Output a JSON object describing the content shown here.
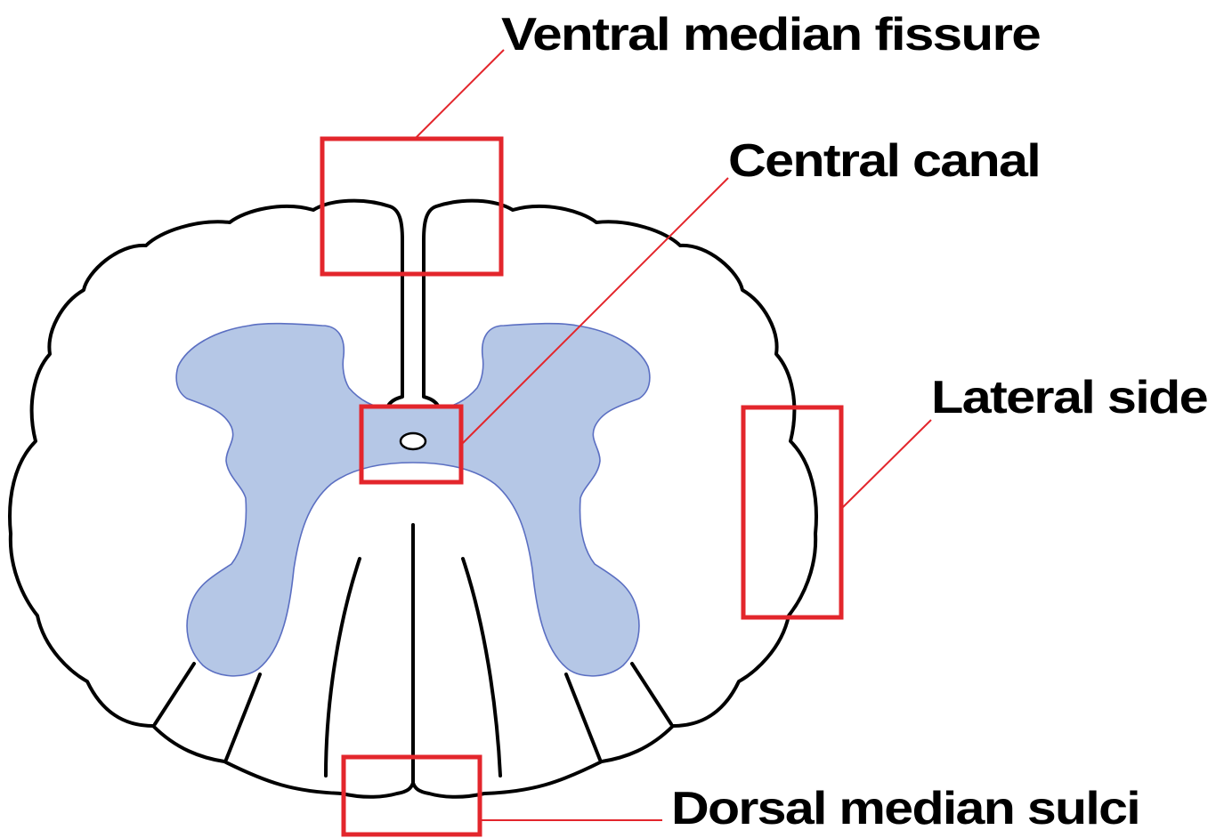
{
  "labels": {
    "ventral_median_fissure": "Ventral median fissure",
    "central_canal": "Central canal",
    "lateral_side": "Lateral side",
    "dorsal_median_sulci": "Dorsal median sulci"
  },
  "colors": {
    "gray_matter_fill": "#b5c7e6",
    "gray_matter_stroke": "#5b6fc2",
    "highlight_red": "#e3262c",
    "outline": "#000000",
    "background": "#ffffff"
  }
}
